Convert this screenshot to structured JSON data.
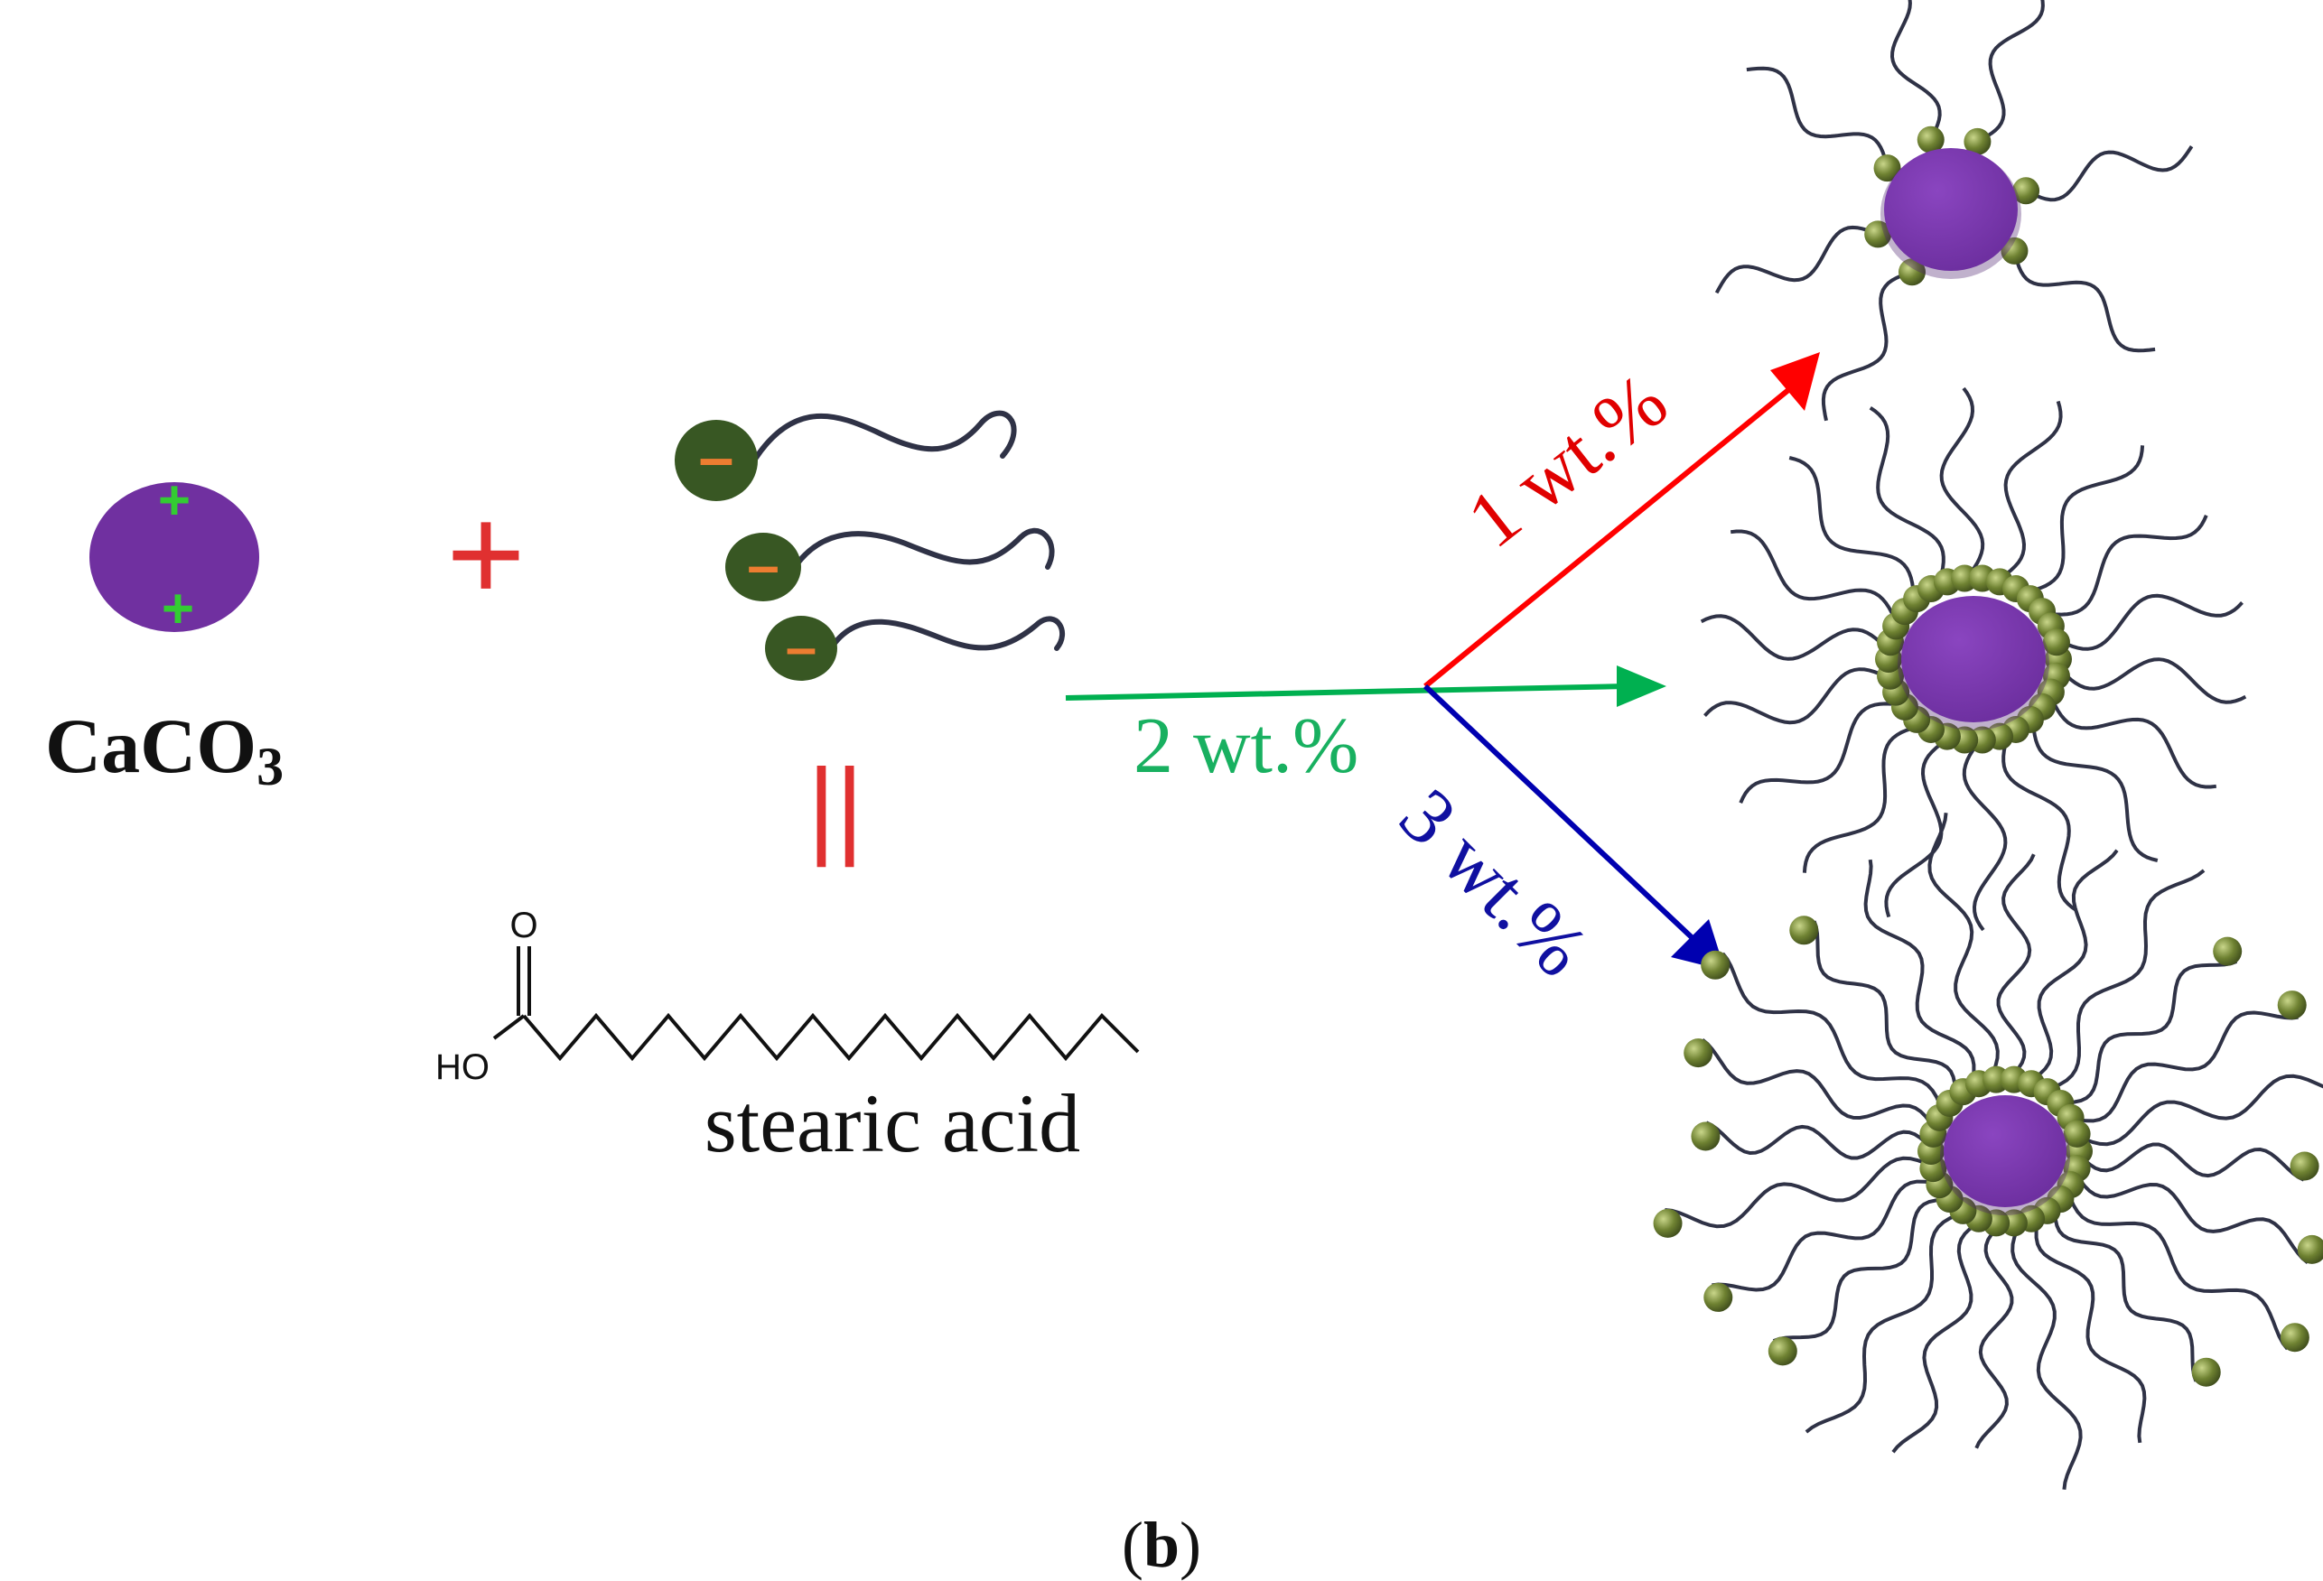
{
  "labels": {
    "caco3_prefix": "CaCO",
    "caco3_sub": "3",
    "plus_sign": "+",
    "particle_charge_sign": "+",
    "head_charge_sign": "–",
    "equals_sign": "||",
    "acid_oxygen": "O",
    "acid_ho": "HO",
    "stearic_acid": "stearic acid",
    "path_1": "1 wt.%",
    "path_2": "2 wt.%",
    "path_3": "3 wt.%",
    "caption_open": "(",
    "caption_letter": "b",
    "caption_close": ")"
  },
  "colors": {
    "particle": "#7030a0",
    "particle_charge": "#33cc33",
    "head": "#385723",
    "head_charge": "#ed7d31",
    "tail": "#2f3246",
    "plus_red": "#e03030",
    "arrow_1": "#ff0000",
    "arrow_2": "#00b050",
    "arrow_3": "#0000b0",
    "bead": "#5a6d2a",
    "bead_light": "#9aab55",
    "text": "#111111"
  },
  "icons": {
    "particle": "purple-caco3-particle",
    "surfactant": "stearate-molecule",
    "product_1": "sparse-coated-particle",
    "product_2": "monolayer-coated-particle",
    "product_3": "bilayer-coated-particle"
  }
}
